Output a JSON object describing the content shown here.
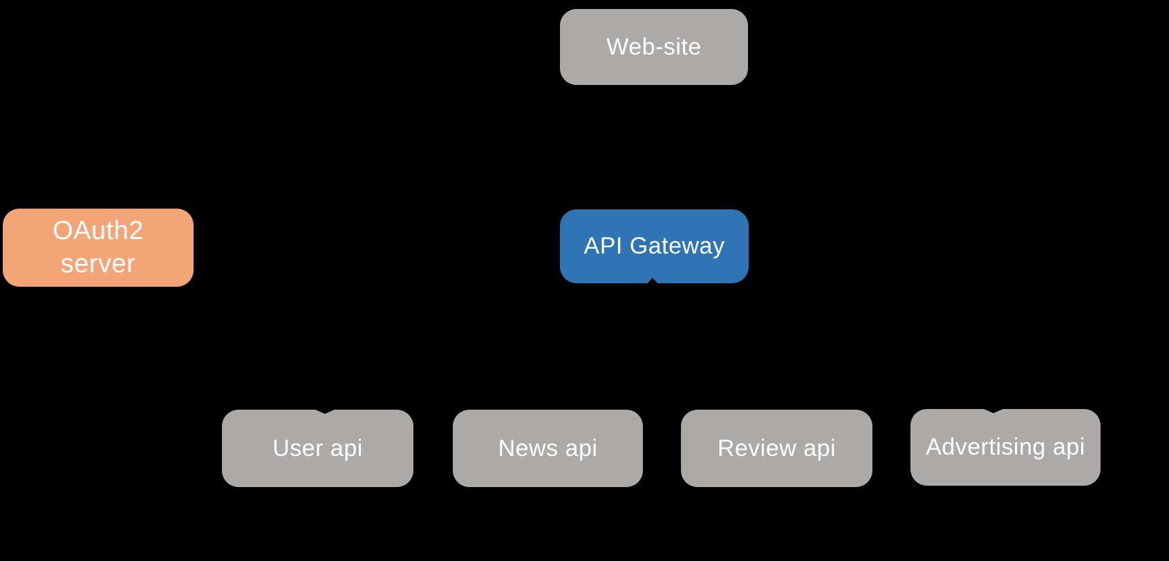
{
  "colors": {
    "background": "#000000",
    "text": "#FFFFFF",
    "gray_node_fill": "#ADA9A7",
    "orange_node_fill": "#F3A578",
    "blue_node_fill": "#2F74B5"
  },
  "diagram": {
    "type": "architecture-diagram",
    "nodes": {
      "web_site": {
        "label": "Web-site",
        "fill": "#ADA9A7"
      },
      "oauth2_server": {
        "label": "OAuth2\nserver",
        "fill": "#F3A578"
      },
      "api_gateway": {
        "label": "API Gateway",
        "fill": "#2F74B5"
      },
      "user_api": {
        "label": "User api",
        "fill": "#ADA9A7"
      },
      "news_api": {
        "label": "News api",
        "fill": "#ADA9A7"
      },
      "review_api": {
        "label": "Review api",
        "fill": "#ADA9A7"
      },
      "advertising_api": {
        "label": "Advertising api",
        "fill": "#ADA9A7"
      }
    }
  }
}
